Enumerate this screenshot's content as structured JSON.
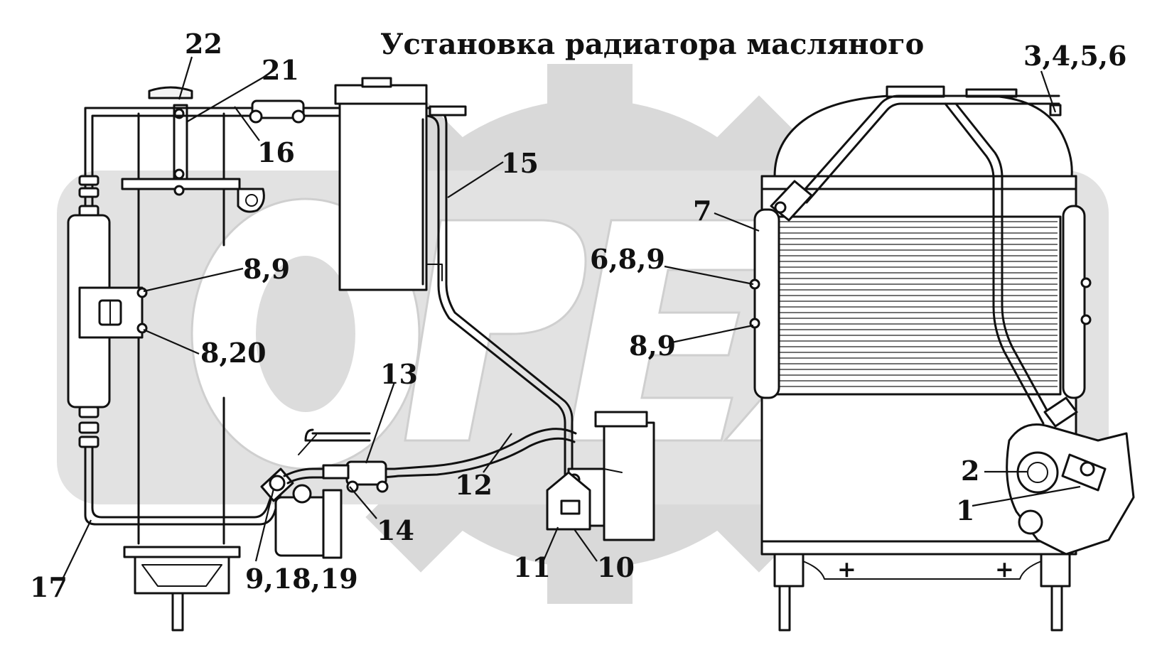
{
  "title": "Установка радиатора масляного",
  "watermark": {
    "text": "OPEX",
    "color": "#d4d4d4"
  },
  "colors": {
    "line": "#111111",
    "background": "#ffffff",
    "watermark": "#d4d4d4"
  },
  "callouts": {
    "c22": "22",
    "c21": "21",
    "c16": "16",
    "c15": "15",
    "c3456": "3,4,5,6",
    "c7": "7",
    "c689": "6,8,9",
    "c89a": "8,9",
    "c89b": "8,9",
    "c820": "8,20",
    "c13": "13",
    "c12": "12",
    "c14": "14",
    "c2": "2",
    "c1": "1",
    "c91819": "9,18,19",
    "c17": "17",
    "c11": "11",
    "c10": "10"
  }
}
